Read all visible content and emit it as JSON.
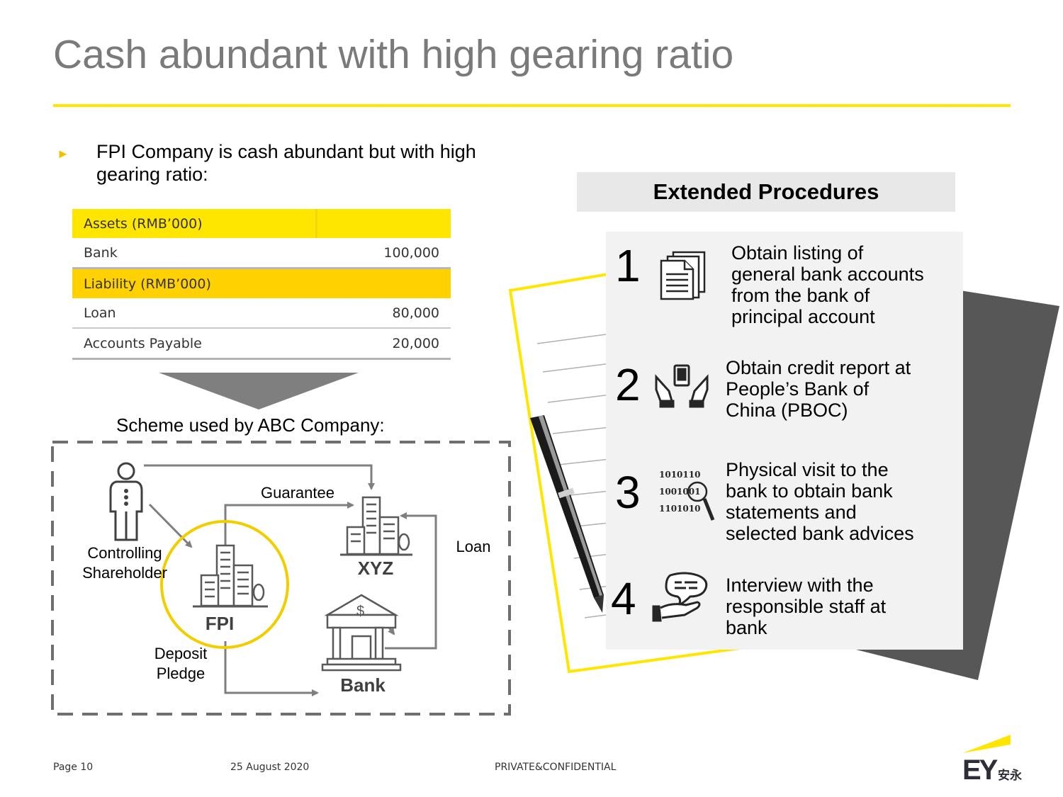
{
  "slide": {
    "title": "Cash abundant with high gearing ratio"
  },
  "intro": {
    "bullet": "►",
    "text": "FPI Company is cash abundant but with high gearing ratio:"
  },
  "table": {
    "assets_header": "Assets (RMB’000)",
    "bank": {
      "label": "Bank",
      "value": "100,000"
    },
    "liability_header": "Liability (RMB’000)",
    "loan": {
      "label": "Loan",
      "value": "80,000"
    },
    "payable": {
      "label": "Accounts Payable",
      "value": "20,000"
    }
  },
  "scheme": {
    "title": "Scheme used by ABC Company:",
    "guarantee": "Guarantee",
    "loan": "Loan",
    "shareholder_line1": "Controlling",
    "shareholder_line2": "Shareholder",
    "fpi": "FPI",
    "xyz": "XYZ",
    "bank": "Bank",
    "deposit_line1": "Deposit",
    "deposit_line2": "Pledge",
    "accent_color": "#ffe600"
  },
  "procedures": {
    "header": "Extended Procedures",
    "items": [
      {
        "number": "1",
        "icon": "documents-icon",
        "lines": [
          "Obtain listing of",
          "general bank accounts",
          "from the bank of",
          "principal account"
        ]
      },
      {
        "number": "2",
        "icon": "hands-tablet-icon",
        "lines": [
          "Obtain credit report at",
          "People’s Bank of",
          "China (PBOC)"
        ]
      },
      {
        "number": "3",
        "icon": "binary-search-icon",
        "lines": [
          "Physical visit to the",
          "bank to obtain bank",
          "statements and",
          "selected bank advices"
        ]
      },
      {
        "number": "4",
        "icon": "chat-hand-icon",
        "lines": [
          "Interview with the",
          "responsible staff at",
          "bank"
        ]
      }
    ]
  },
  "footer": {
    "page": "Page 10",
    "date": "25 August 2020",
    "confidential": "PRIVATE&CONFIDENTIAL",
    "logo_text": "EY",
    "logo_cjk": "安永"
  },
  "colors": {
    "ey_yellow": "#ffe600",
    "title_gray": "#7a7a7a",
    "dark_gray": "#595959"
  }
}
